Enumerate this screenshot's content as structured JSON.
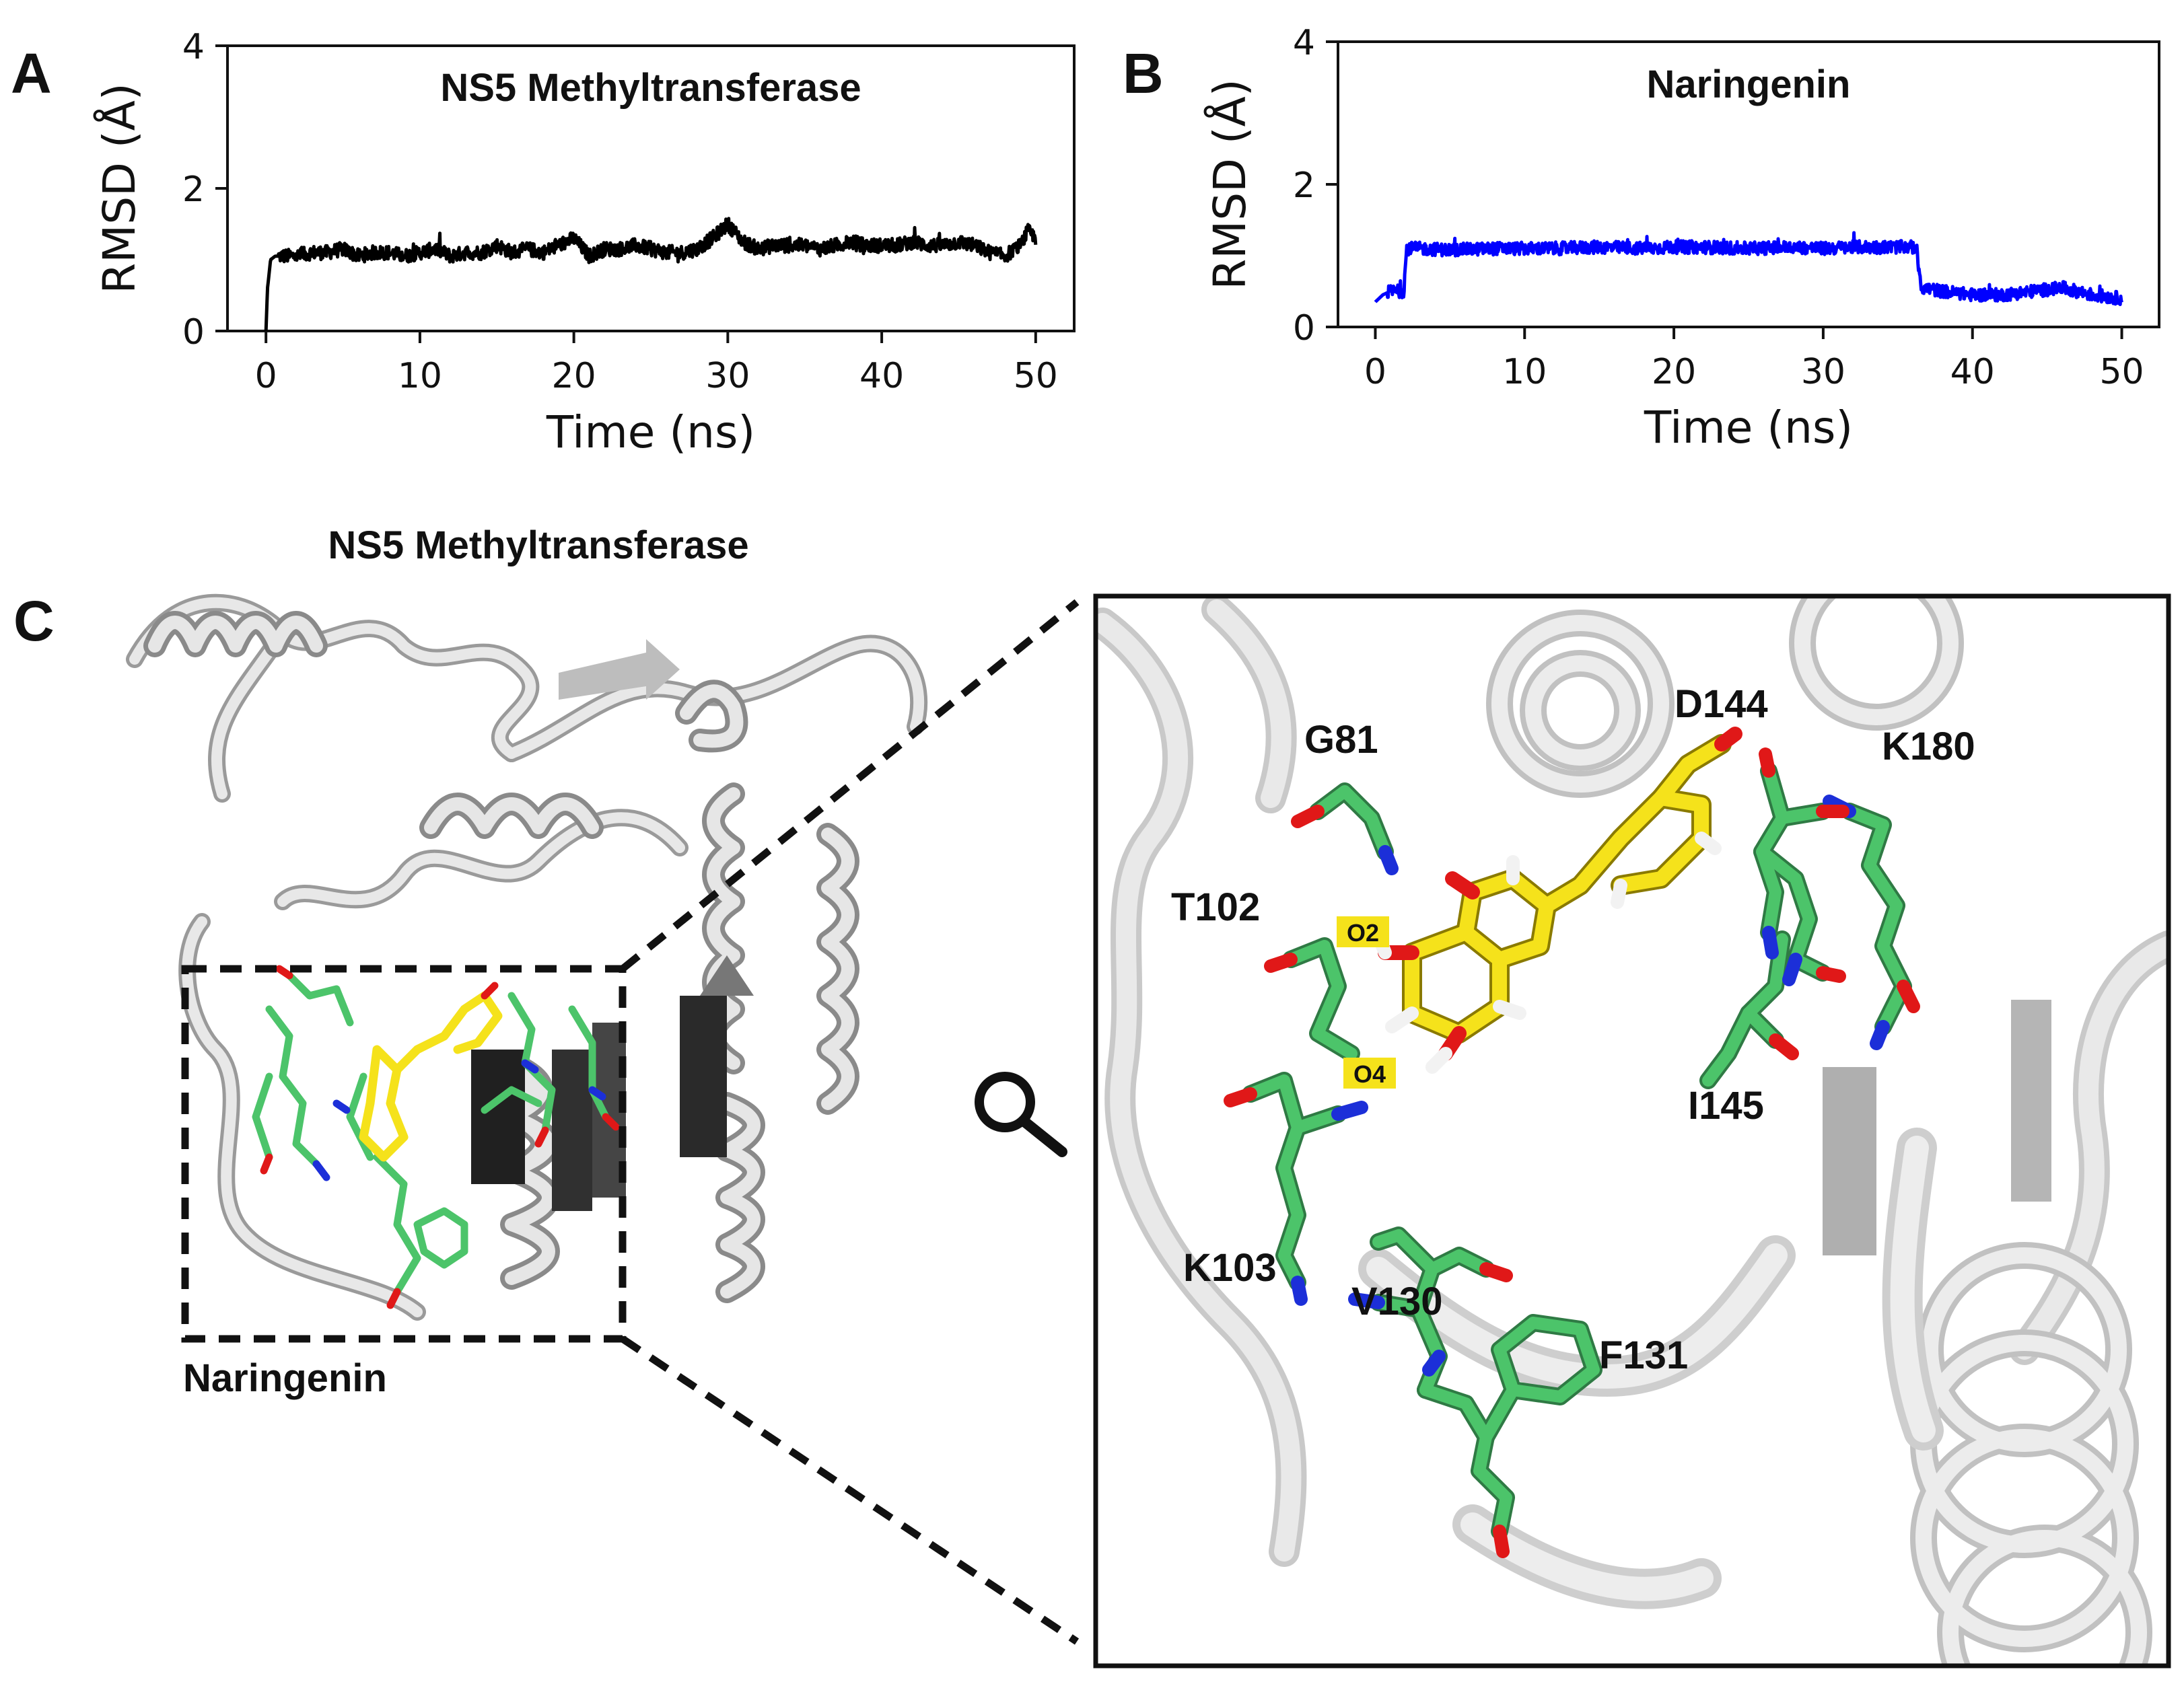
{
  "panels": {
    "a": {
      "letter": "A"
    },
    "b": {
      "letter": "B"
    },
    "c": {
      "letter": "C",
      "protein_title": "NS5 Methyltransferase",
      "ligand_label": "Naringenin",
      "residues": [
        "G81",
        "D144",
        "K180",
        "T102",
        "I145",
        "K103",
        "V130",
        "F131"
      ],
      "atoms": [
        "O2",
        "O4"
      ],
      "icon": "magnifier-icon",
      "colors": {
        "carbon": "#4cc46a",
        "ligand": "#f5e21b",
        "nitrogen": "#1c2fd8",
        "oxygen": "#e01818",
        "hydrogen": "#f2f2f2",
        "ribbon": "#c9c9c9"
      }
    }
  },
  "chart_data": [
    {
      "type": "line",
      "title": "NS5 Methyltransferase",
      "xlabel": "Time (ns)",
      "ylabel": "RMSD (Å)",
      "xlim": [
        -2.5,
        52.5
      ],
      "ylim": [
        0,
        4
      ],
      "xticks": [
        0,
        10,
        20,
        30,
        40,
        50
      ],
      "yticks": [
        0,
        2,
        4
      ],
      "grid": false,
      "series": [
        {
          "color": "#000000",
          "x": [
            0,
            0.1,
            0.3,
            0.6,
            1,
            2,
            3,
            4,
            5,
            6,
            7,
            8,
            9,
            10,
            11,
            12,
            13,
            14,
            15,
            16,
            17,
            18,
            19,
            20,
            21,
            22,
            23,
            24,
            25,
            26,
            27,
            28,
            29,
            30,
            31,
            32,
            33,
            34,
            35,
            36,
            37,
            38,
            39,
            40,
            41,
            42,
            43,
            44,
            45,
            46,
            47,
            48,
            49,
            49.5,
            50
          ],
          "y": [
            0.0,
            0.6,
            1.0,
            1.05,
            1.05,
            1.05,
            1.1,
            1.1,
            1.15,
            1.05,
            1.1,
            1.1,
            1.05,
            1.1,
            1.15,
            1.05,
            1.1,
            1.1,
            1.2,
            1.1,
            1.15,
            1.1,
            1.2,
            1.3,
            1.05,
            1.15,
            1.15,
            1.2,
            1.15,
            1.1,
            1.1,
            1.15,
            1.3,
            1.5,
            1.25,
            1.15,
            1.2,
            1.2,
            1.2,
            1.15,
            1.2,
            1.25,
            1.2,
            1.2,
            1.2,
            1.25,
            1.2,
            1.2,
            1.25,
            1.2,
            1.1,
            1.05,
            1.2,
            1.4,
            1.3
          ],
          "noise": 0.1
        }
      ]
    },
    {
      "type": "line",
      "title": "Naringenin",
      "xlabel": "Time (ns)",
      "ylabel": "RMSD (Å)",
      "xlim": [
        -2.5,
        52.5
      ],
      "ylim": [
        0,
        4
      ],
      "xticks": [
        0,
        10,
        20,
        30,
        40,
        50
      ],
      "yticks": [
        0,
        2,
        4
      ],
      "grid": false,
      "series": [
        {
          "color": "#0000ff",
          "x": [
            0,
            0.5,
            1,
            1.5,
            1.9,
            2.1,
            3,
            5,
            8,
            10,
            12,
            15,
            18,
            20,
            22,
            25,
            28,
            30,
            32,
            34,
            36.2,
            36.6,
            38,
            40,
            42,
            44,
            46,
            48,
            50
          ],
          "y": [
            0.35,
            0.45,
            0.5,
            0.5,
            0.5,
            1.1,
            1.1,
            1.08,
            1.1,
            1.1,
            1.1,
            1.12,
            1.1,
            1.12,
            1.12,
            1.1,
            1.12,
            1.1,
            1.12,
            1.12,
            1.12,
            0.55,
            0.5,
            0.45,
            0.45,
            0.5,
            0.55,
            0.45,
            0.4
          ],
          "noise": 0.09
        }
      ]
    }
  ]
}
